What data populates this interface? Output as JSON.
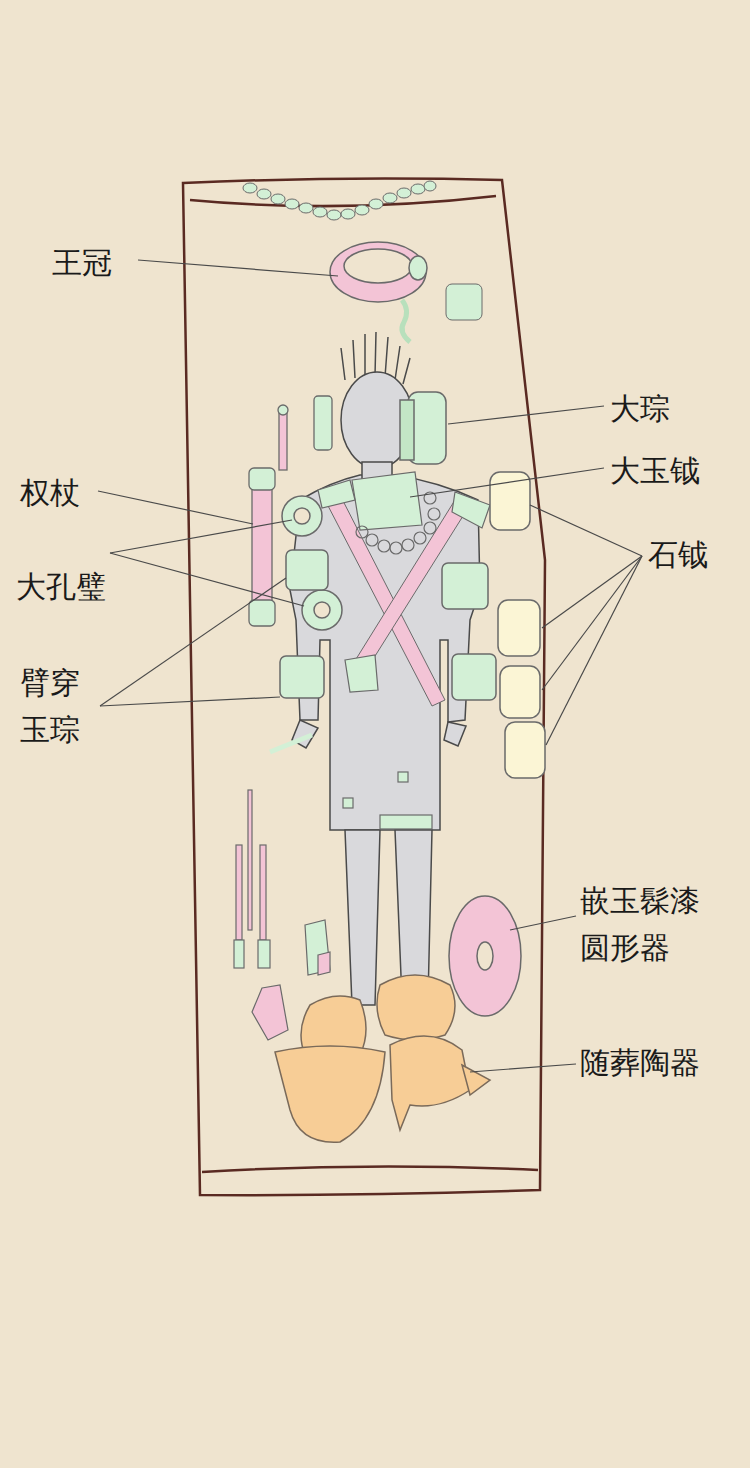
{
  "diagram": {
    "labels": [
      "王冠",
      "大琮",
      "大玉钺",
      "权杖",
      "石钺",
      "大孔璧",
      "臂穿 玉琮",
      "嵌玉髹漆 圆形器",
      "随葬陶器"
    ]
  }
}
